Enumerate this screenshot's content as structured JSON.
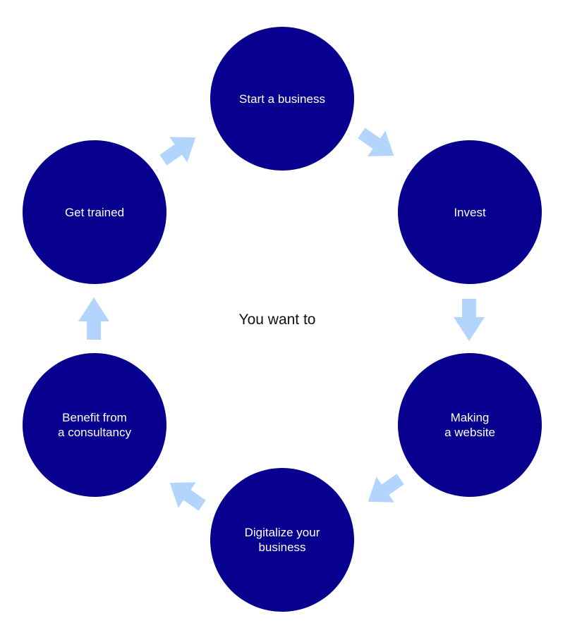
{
  "diagram": {
    "type": "cycle",
    "center_label": "You want to",
    "colors": {
      "node_fill": "#07008E",
      "node_text": "#FFFFFF",
      "arrow_fill": "#B3D4FD",
      "center_text": "#111111"
    },
    "nodes": [
      {
        "id": "start",
        "lines": [
          "Start a business"
        ]
      },
      {
        "id": "invest",
        "lines": [
          "Invest"
        ]
      },
      {
        "id": "website",
        "lines": [
          "Making",
          "a website"
        ]
      },
      {
        "id": "digitalize",
        "lines": [
          "Digitalize your",
          "business"
        ]
      },
      {
        "id": "consultancy",
        "lines": [
          "Benefit from",
          "a consultancy"
        ]
      },
      {
        "id": "trained",
        "lines": [
          "Get trained"
        ]
      }
    ],
    "edges": [
      {
        "from": "start",
        "to": "invest",
        "icon": "arrow-down-right-icon"
      },
      {
        "from": "invest",
        "to": "website",
        "icon": "arrow-down-icon"
      },
      {
        "from": "website",
        "to": "digitalize",
        "icon": "arrow-down-left-icon"
      },
      {
        "from": "digitalize",
        "to": "consultancy",
        "icon": "arrow-up-left-icon"
      },
      {
        "from": "consultancy",
        "to": "trained",
        "icon": "arrow-up-icon"
      },
      {
        "from": "trained",
        "to": "start",
        "icon": "arrow-up-right-icon"
      }
    ]
  }
}
